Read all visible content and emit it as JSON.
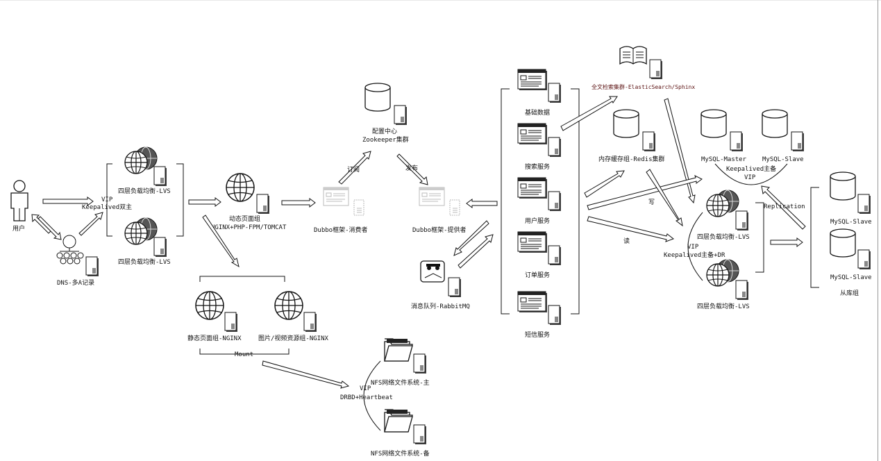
{
  "labels": {
    "user": "用户",
    "dns": "DNS-多A记录",
    "lvs_top": "四层负载均衡-LVS",
    "lvs_bottom": "四层负载均衡-LVS",
    "vip_keepalived_dual": [
      "VIP",
      "Keepalived双主"
    ],
    "dynamic_group": [
      "动态页面组",
      "NGINX+PHP-FPM/TOMCAT"
    ],
    "static_group": "静态页面组-NGINX",
    "media_group": "图片/视频资源组-NGINX",
    "mount": "Mount",
    "zookeeper": [
      "配置中心",
      "Zookeeper集群"
    ],
    "subscribe": "订阅",
    "publish": "发布",
    "dubbo_consumer": "Dubbo框架-消费者",
    "dubbo_provider": "Dubbo框架-提供者",
    "mq": "消息队列-RabbitMQ",
    "svc_base": "基础数据",
    "svc_search": "搜索服务",
    "svc_user": "用户服务",
    "svc_order": "订单服务",
    "svc_sms": "短信服务",
    "fulltext": "全文检索集群-ElasticSearch/Sphinx",
    "redis": "内存缓存组-Redis集群",
    "mysql_master": "MySQL-Master",
    "mysql_slave_top": "MySQL-Slave",
    "keepalived_master_vip": [
      "Keepalived主备",
      "VIP"
    ],
    "write": "写",
    "read": "读",
    "lvs_dr_top": "四层负载均衡-LVS",
    "lvs_dr_bottom": "四层负载均衡-LVS",
    "vip_keepalived_dr": [
      "VIP",
      "Keepalived主备+DR"
    ],
    "replication": "Replication",
    "slave_1": "MySQL-Slave",
    "slave_2": "MySQL-Slave",
    "slave_group": "从库组",
    "nfs_primary": "NFS网络文件系统-主",
    "nfs_backup": "NFS网络文件系统-备",
    "vip_drbd": [
      "VIP",
      "DRBD+Heartbeat"
    ]
  },
  "icons": {
    "user": "person-icon",
    "dns": "dns-cluster-icon",
    "globe": "globe-server-icon",
    "database": "database-server-icon",
    "window": "application-server-icon",
    "book": "book-server-icon",
    "folder": "folder-server-icon",
    "mq": "message-queue-icon"
  }
}
